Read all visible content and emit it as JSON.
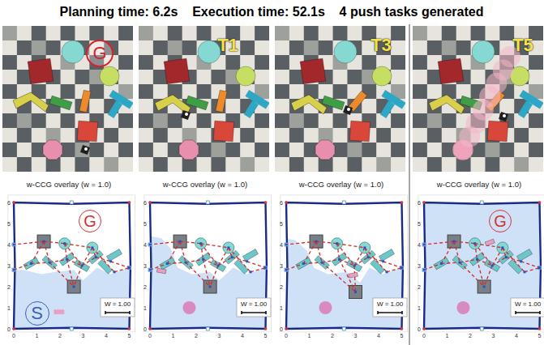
{
  "diagram": {
    "title": "Planning time: 6.2s    Execution time: 52.1s    4 push tasks generated",
    "nodes": [
      {
        "text": [
          "G"
        ]
      },
      {
        "text": [
          "G"
        ]
      },
      {
        "text": [
          "S"
        ]
      },
      {
        "text": [
          "G"
        ]
      }
    ],
    "labels": [
      "T1",
      "T3",
      "T5",
      "w-CCG overlay (w = 1.0)",
      "w-CCG overlay (w = 1.0)",
      "w-CCG overlay (w = 1.0)",
      "w-CCG overlay (w = 1.0)",
      "W = 1.00",
      "W = 1.00",
      "W = 1.00",
      "W = 1.00",
      "0",
      "1",
      "2",
      "3",
      "4",
      "5",
      "6",
      "0",
      "1",
      "2",
      "3",
      "4",
      "5",
      "0",
      "1",
      "2",
      "3",
      "4",
      "5",
      "6",
      "0",
      "1",
      "2",
      "3",
      "4",
      "5",
      "0",
      "1",
      "2",
      "3",
      "4",
      "5",
      "6",
      "0",
      "1",
      "2",
      "3",
      "4",
      "5",
      "0",
      "1",
      "2",
      "3",
      "4",
      "5",
      "6",
      "0",
      "1",
      "2",
      "3",
      "4",
      "5"
    ]
  }
}
